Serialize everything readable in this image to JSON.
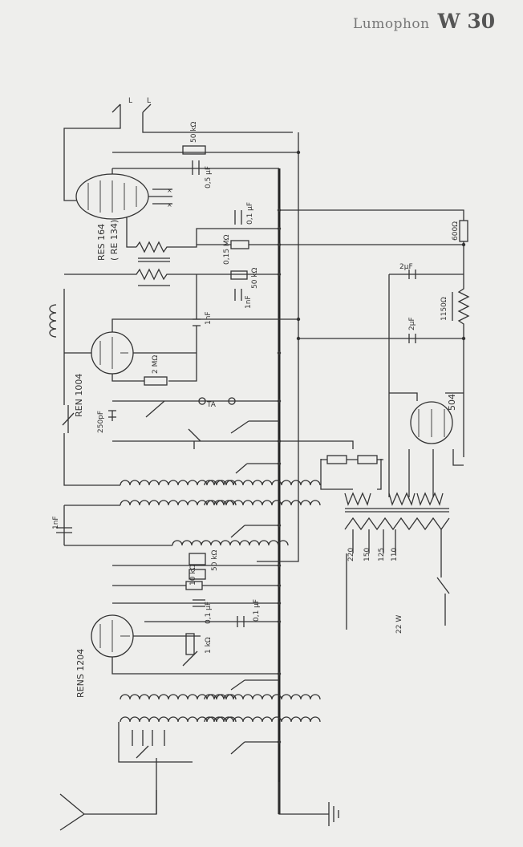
{
  "title": {
    "brand": "Lumophon",
    "model": "W 30"
  },
  "antenna_labels": {
    "left": "L",
    "right": "L"
  },
  "tubes": {
    "output": "RES 164",
    "output_alt": "( RE 134)",
    "detector": "REN 1004",
    "rf": "RENS 1204",
    "rectifier": "504"
  },
  "components": {
    "r_50k_top": "50 kΩ",
    "c_05uf": "0,5 μF",
    "c_01uf_a": "0,1 μF",
    "r_015m": "0,15 MΩ",
    "r_600": "600Ω",
    "r_50k_mid": "50 kΩ",
    "c_1nf_mid": "1nF",
    "c_1nf_coup": "1nF",
    "c_2uf_top": "2μF",
    "r_1150": "1150Ω",
    "c_2uf_bot": "2μF",
    "r_2m": "2 MΩ",
    "c_250pf": "250pF",
    "ta": "TA",
    "c_1nf_left": "1nF",
    "r_50k_lower": "50 kΩ",
    "r_10k": "10 kΩ",
    "c_01uf_b": "0,1 μF",
    "c_01uf_c": "0,1 μF",
    "r_1k": "1 kΩ"
  },
  "mains_taps": [
    "220",
    "150",
    "125",
    "110"
  ],
  "power": "22 W"
}
